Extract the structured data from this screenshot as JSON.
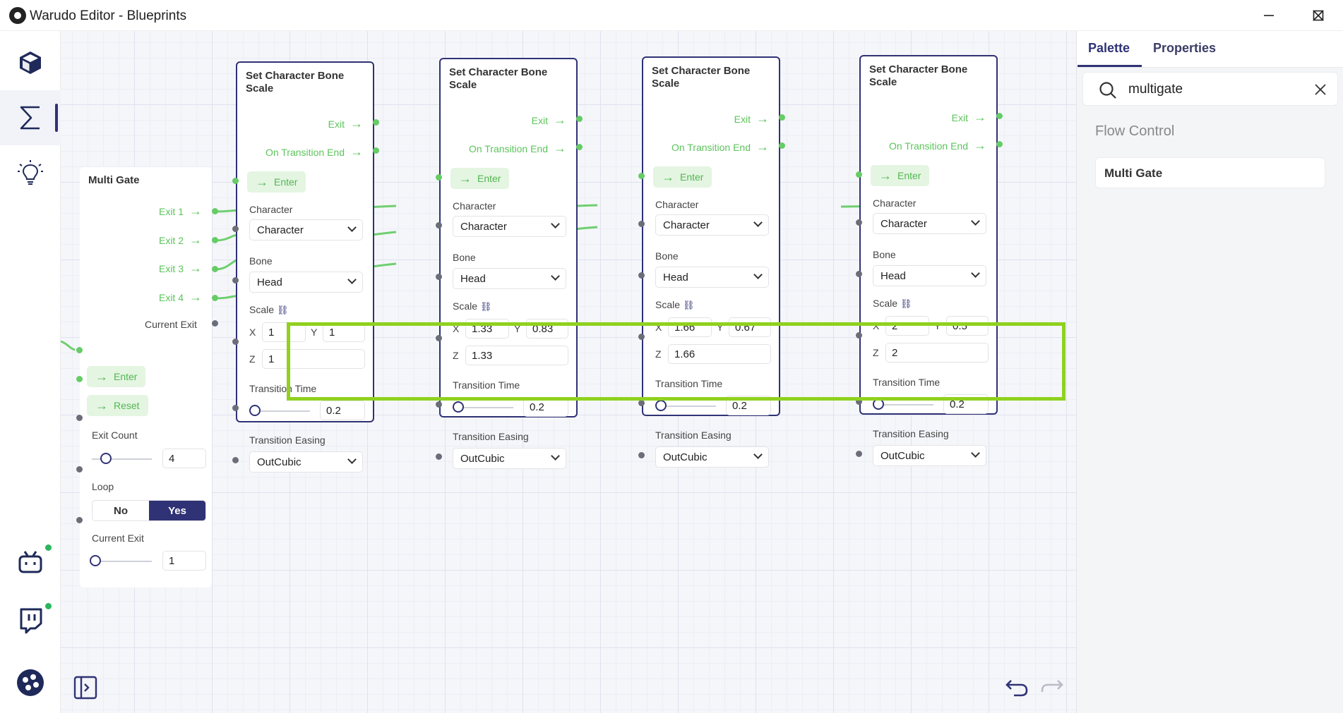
{
  "window": {
    "title": "Warudo Editor - Blueprints"
  },
  "rail": {
    "items": [
      "scene-icon",
      "blueprints-icon",
      "tips-icon",
      "bilibili-icon",
      "twitch-icon",
      "warudo-icon"
    ]
  },
  "multi_gate": {
    "title": "Multi Gate",
    "exits": [
      "Exit 1",
      "Exit 2",
      "Exit 3",
      "Exit 4"
    ],
    "current_exit_out": "Current Exit",
    "enter": "Enter",
    "reset": "Reset",
    "exit_count_label": "Exit Count",
    "exit_count_value": "4",
    "loop_label": "Loop",
    "loop_no": "No",
    "loop_yes": "Yes",
    "current_exit_label": "Current Exit",
    "current_exit_value": "1"
  },
  "bone_nodes": [
    {
      "title": "Set Character Bone Scale",
      "exit": "Exit",
      "on_transition_end": "On Transition End",
      "enter": "Enter",
      "character_label": "Character",
      "character_value": "Character",
      "bone_label": "Bone",
      "bone_value": "Head",
      "scale_label": "Scale",
      "x": "1",
      "y": "1",
      "z": "1",
      "transition_time_label": "Transition Time",
      "transition_time": "0.2",
      "transition_easing_label": "Transition Easing",
      "transition_easing": "OutCubic"
    },
    {
      "title": "Set Character Bone Scale",
      "exit": "Exit",
      "on_transition_end": "On Transition End",
      "enter": "Enter",
      "character_label": "Character",
      "character_value": "Character",
      "bone_label": "Bone",
      "bone_value": "Head",
      "scale_label": "Scale",
      "x": "1.33",
      "y": "0.83",
      "z": "1.33",
      "transition_time_label": "Transition Time",
      "transition_time": "0.2",
      "transition_easing_label": "Transition Easing",
      "transition_easing": "OutCubic"
    },
    {
      "title": "Set Character Bone Scale",
      "exit": "Exit",
      "on_transition_end": "On Transition End",
      "enter": "Enter",
      "character_label": "Character",
      "character_value": "Character",
      "bone_label": "Bone",
      "bone_value": "Head",
      "scale_label": "Scale",
      "x": "1.66",
      "y": "0.67",
      "z": "1.66",
      "transition_time_label": "Transition Time",
      "transition_time": "0.2",
      "transition_easing_label": "Transition Easing",
      "transition_easing": "OutCubic"
    },
    {
      "title": "Set Character Bone Scale",
      "exit": "Exit",
      "on_transition_end": "On Transition End",
      "enter": "Enter",
      "character_label": "Character",
      "character_value": "Character",
      "bone_label": "Bone",
      "bone_value": "Head",
      "scale_label": "Scale",
      "x": "2",
      "y": "0.5",
      "z": "2",
      "transition_time_label": "Transition Time",
      "transition_time": "0.2",
      "transition_easing_label": "Transition Easing",
      "transition_easing": "OutCubic"
    }
  ],
  "panel": {
    "tabs": [
      "Palette",
      "Properties"
    ],
    "search_value": "multigate",
    "section": "Flow Control",
    "items": [
      "Multi Gate"
    ]
  },
  "colors": {
    "accent": "#2f3275",
    "flow": "#5cc45c",
    "highlight": "#8fd11e"
  }
}
